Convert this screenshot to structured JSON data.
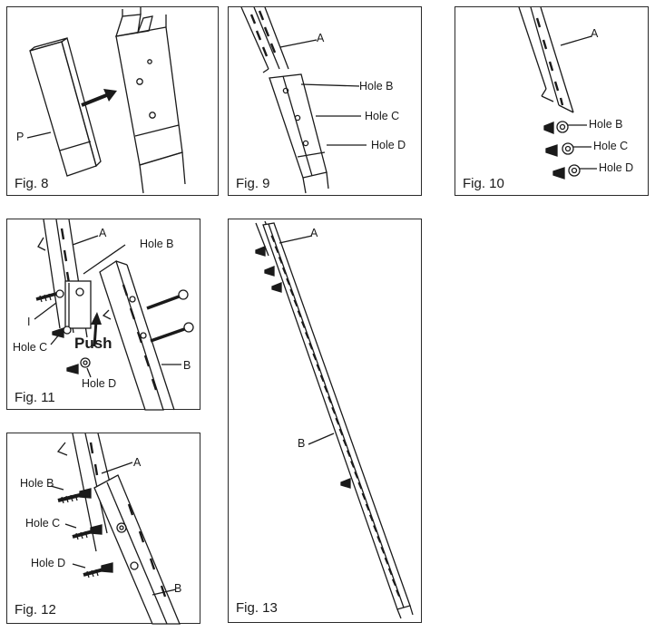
{
  "figures": {
    "fig8": {
      "caption": "Fig. 8",
      "labels": {
        "p": "P"
      }
    },
    "fig9": {
      "caption": "Fig. 9",
      "labels": {
        "a": "A",
        "b": "Hole B",
        "c": "Hole C",
        "d": "Hole D"
      }
    },
    "fig10": {
      "caption": "Fig. 10",
      "labels": {
        "a": "A",
        "b": "Hole B",
        "c": "Hole C",
        "d": "Hole D"
      }
    },
    "fig11": {
      "caption": "Fig. 11",
      "labels": {
        "a": "A",
        "hb": "Hole B",
        "i": "I",
        "hc": "Hole C",
        "hd": "Hole D",
        "b": "B",
        "push": "Push"
      }
    },
    "fig12": {
      "caption": "Fig. 12",
      "labels": {
        "a": "A",
        "hb": "Hole B",
        "hc": "Hole C",
        "hd": "Hole D",
        "b": "B"
      }
    },
    "fig13": {
      "caption": "Fig. 13",
      "labels": {
        "a": "A",
        "b": "B"
      }
    }
  },
  "colors": {
    "line": "#1a1a1a",
    "border": "#2a2a2a",
    "paper": "#ffffff"
  }
}
